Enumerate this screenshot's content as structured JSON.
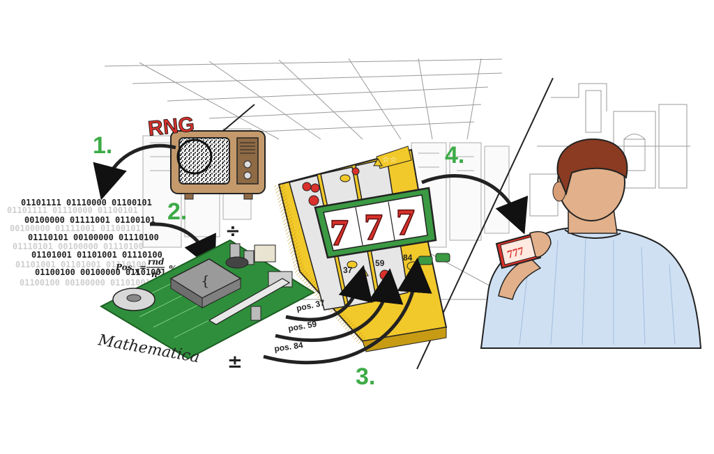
{
  "diagram": {
    "rng_label": "RNG",
    "steps": [
      "1.",
      "2.",
      "3.",
      "4."
    ],
    "binary_lines": [
      "01101111 01110000 01100101",
      "00100000 01111001 01100101",
      "01110101 00100000 01110100",
      "01101001 01101001 01110100",
      "01100100 00100000 01101001"
    ],
    "formula": {
      "lhs": "Pos",
      "subscript": "x",
      "numerator": "rnd",
      "denominator": "n",
      "denominator_sup": "x",
      "suffix": "%n"
    },
    "math_label": "Mathematica",
    "math_symbols": {
      "divide": "÷",
      "plus_minus": "±"
    },
    "reel_positions": [
      "pos. 37",
      "pos. 59",
      "pos. 84"
    ],
    "reel_small_labels": [
      "37",
      "59",
      "84"
    ],
    "slot_display": [
      "7",
      "7",
      "7"
    ],
    "phone_display": "777",
    "colors": {
      "step_green": "#3dab47",
      "rng_red": "#d9312b",
      "slot_yellow": "#f2c92a",
      "frame_green": "#3b9a43",
      "board_green": "#2f8e3b",
      "shirt_blue": "#cfe0f3",
      "hair_brown": "#8a3b22"
    },
    "icons": {
      "tv": "tv-icon",
      "slot_machine": "slot-machine-icon",
      "circuit_board": "circuit-board-icon",
      "person_with_phone": "person-with-phone-icon",
      "cherry": "cherry-icon",
      "lemon": "lemon-icon",
      "bell": "bell-icon"
    }
  }
}
